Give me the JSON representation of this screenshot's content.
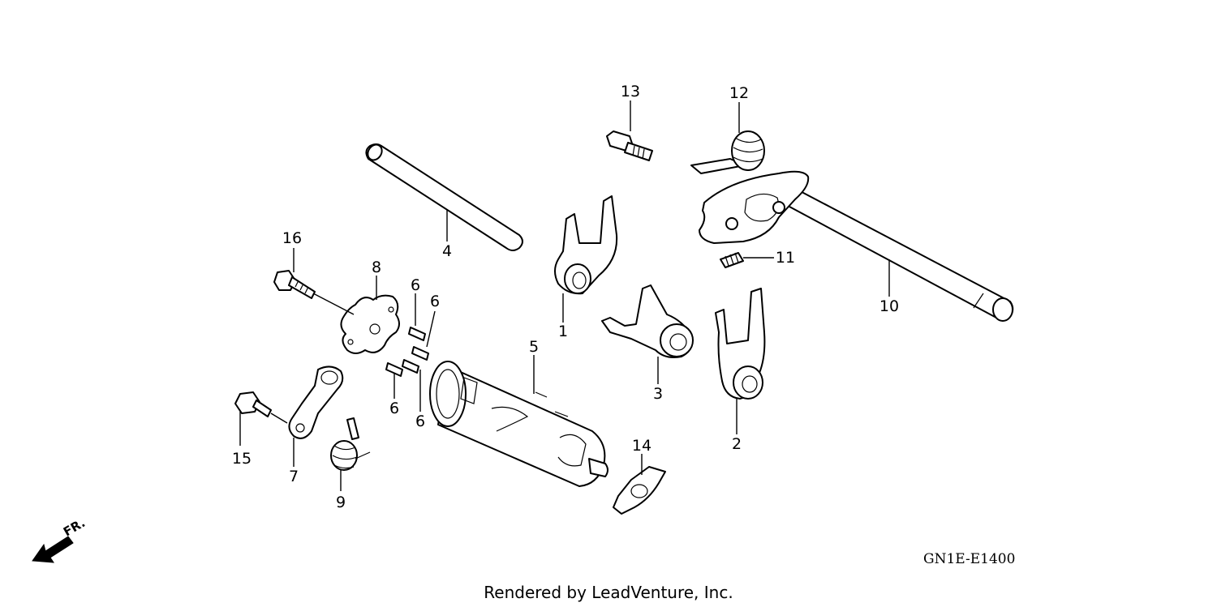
{
  "callouts": [
    {
      "id": "1",
      "label": "1"
    },
    {
      "id": "2",
      "label": "2"
    },
    {
      "id": "3",
      "label": "3"
    },
    {
      "id": "4",
      "label": "4"
    },
    {
      "id": "5",
      "label": "5"
    },
    {
      "id": "6a",
      "label": "6"
    },
    {
      "id": "6b",
      "label": "6"
    },
    {
      "id": "6c",
      "label": "6"
    },
    {
      "id": "6d",
      "label": "6"
    },
    {
      "id": "7",
      "label": "7"
    },
    {
      "id": "8",
      "label": "8"
    },
    {
      "id": "9",
      "label": "9"
    },
    {
      "id": "10",
      "label": "10"
    },
    {
      "id": "11",
      "label": "11"
    },
    {
      "id": "12",
      "label": "12"
    },
    {
      "id": "13",
      "label": "13"
    },
    {
      "id": "14",
      "label": "14"
    },
    {
      "id": "15",
      "label": "15"
    },
    {
      "id": "16",
      "label": "16"
    }
  ],
  "diagram_code": "GN1E-E1400",
  "direction_label": "FR.",
  "credit": "Rendered by LeadVenture, Inc."
}
